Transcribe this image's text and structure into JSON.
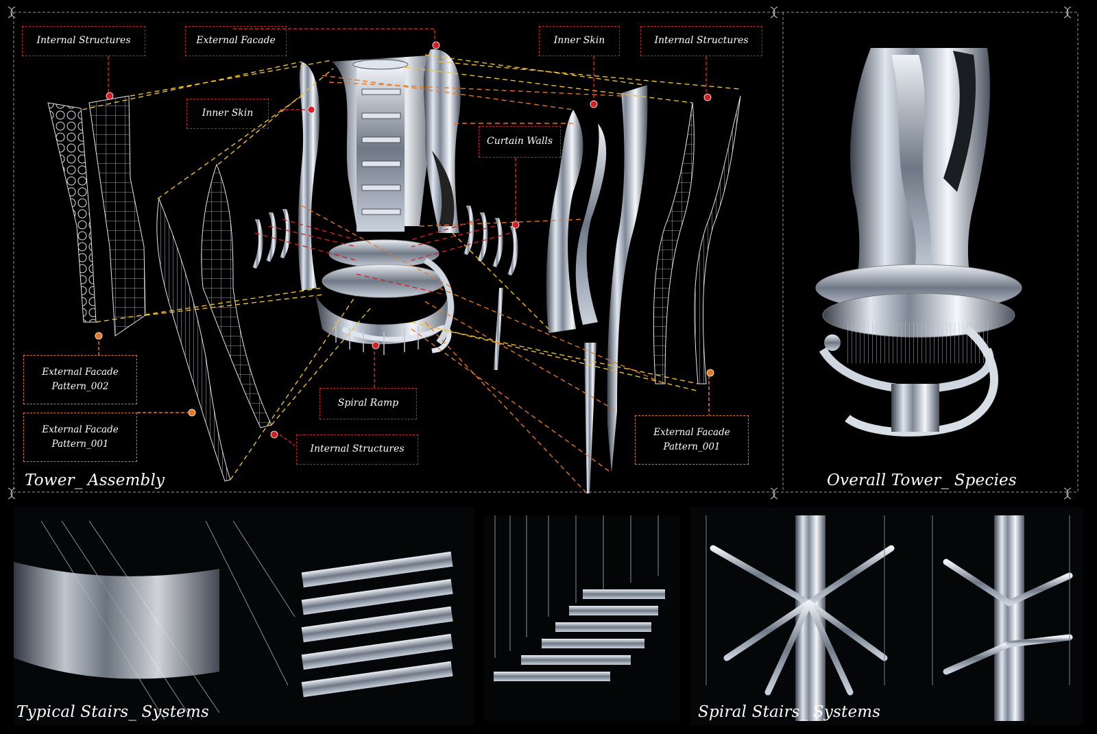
{
  "callouts": [
    {
      "id": "internal-structures-left",
      "lines": [
        "Internal Structures"
      ]
    },
    {
      "id": "external-facade-top",
      "lines": [
        "External Facade"
      ]
    },
    {
      "id": "inner-skin-left",
      "lines": [
        "Inner Skin"
      ]
    },
    {
      "id": "curtain-walls",
      "lines": [
        "Curtain Walls"
      ]
    },
    {
      "id": "inner-skin-right",
      "lines": [
        "Inner Skin"
      ]
    },
    {
      "id": "internal-structures-right",
      "lines": [
        "Internal Structures"
      ]
    },
    {
      "id": "facade-pattern-002",
      "lines": [
        "External Facade",
        "Pattern_002"
      ]
    },
    {
      "id": "facade-pattern-001-left",
      "lines": [
        "External Facade",
        "Pattern_001"
      ]
    },
    {
      "id": "spiral-ramp",
      "lines": [
        "Spiral Ramp"
      ]
    },
    {
      "id": "internal-structures-bottom",
      "lines": [
        "Internal Structures"
      ]
    },
    {
      "id": "facade-pattern-001-right",
      "lines": [
        "External Facade",
        "Pattern_001"
      ]
    }
  ],
  "titles": {
    "assembly": "Tower_ Assembly",
    "overall": "Overall Tower_ Species",
    "typical_stairs": "Typical Stairs_ Systems",
    "spiral_stairs": "Spiral Stairs_ Systems"
  },
  "colors": {
    "red": "#d21f26",
    "orange": "#e87722",
    "yellow": "#f2c12e",
    "frame": "#9a9a9a"
  }
}
